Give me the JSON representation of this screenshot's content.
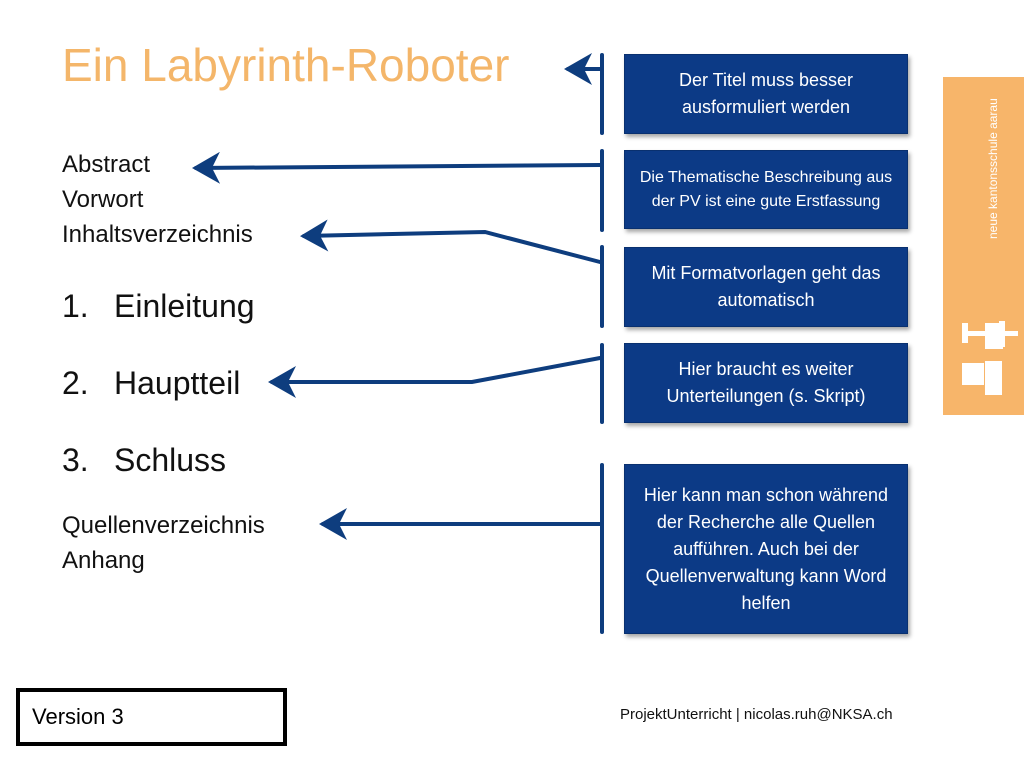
{
  "title": "Ein Labyrinth-Roboter",
  "toc": {
    "abstract": "Abstract",
    "vorwort": "Vorwort",
    "inhaltsverzeichnis": "Inhaltsverzeichnis",
    "chapters": [
      {
        "num": "1.",
        "label": "Einleitung"
      },
      {
        "num": "2.",
        "label": "Hauptteil"
      },
      {
        "num": "3.",
        "label": "Schluss"
      }
    ],
    "quellenverzeichnis": "Quellenverzeichnis",
    "anhang": "Anhang"
  },
  "comments": [
    "Der Titel muss besser ausformuliert werden",
    "Die Thematische Beschreibung aus der PV ist eine gute Erstfassung",
    "Mit Formatvorlagen geht das automatisch",
    "Hier braucht es weiter Unterteilungen (s. Skript)",
    "Hier kann man schon während der Recherche alle Quellen aufführen. Auch bei der Quellenverwaltung kann Word helfen"
  ],
  "logo": {
    "text": "neue kantonsschule aarau",
    "color": "#f7b56a"
  },
  "version": "Version 3",
  "footer": "ProjektUnterricht | nicolas.ruh@NKSA.ch",
  "colors": {
    "title": "#f4b66a",
    "box": "#0c3a86",
    "arrow": "#0e3d7e"
  }
}
